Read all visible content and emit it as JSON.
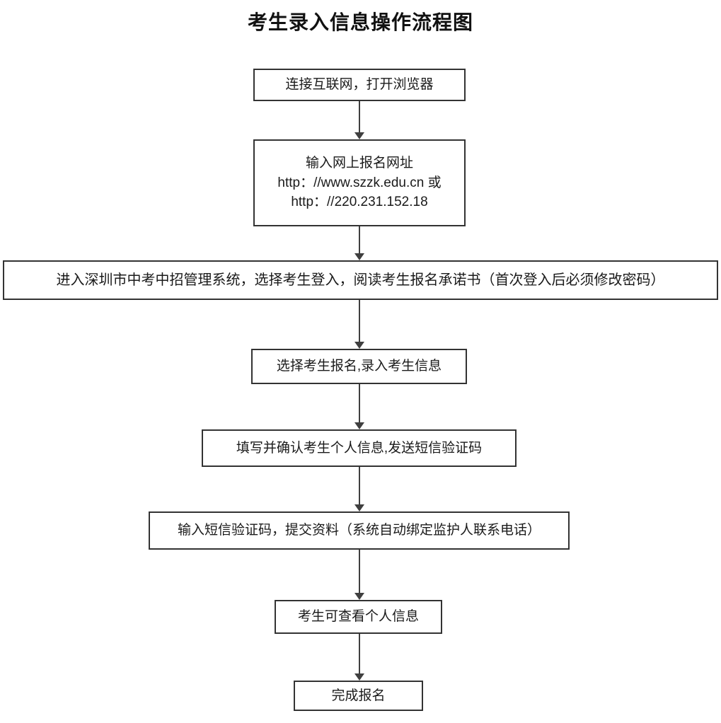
{
  "title": "考生录入信息操作流程图",
  "flowchart": {
    "nodes": [
      {
        "text": "连接互联网，打开浏览器"
      },
      {
        "lines": [
          "输入网上报名网址",
          "http：//www.szzk.edu.cn 或",
          "http：//220.231.152.18"
        ]
      },
      {
        "text": "进入深圳市中考中招管理系统，选择考生登入，阅读考生报名承诺书（首次登入后必须修改密码）"
      },
      {
        "text": "选择考生报名,录入考生信息"
      },
      {
        "text": "填写并确认考生个人信息,发送短信验证码"
      },
      {
        "text": "输入短信验证码，提交资料（系统自动绑定监护人联系电话）"
      },
      {
        "text": "考生可查看个人信息"
      },
      {
        "text": "完成报名"
      }
    ]
  }
}
